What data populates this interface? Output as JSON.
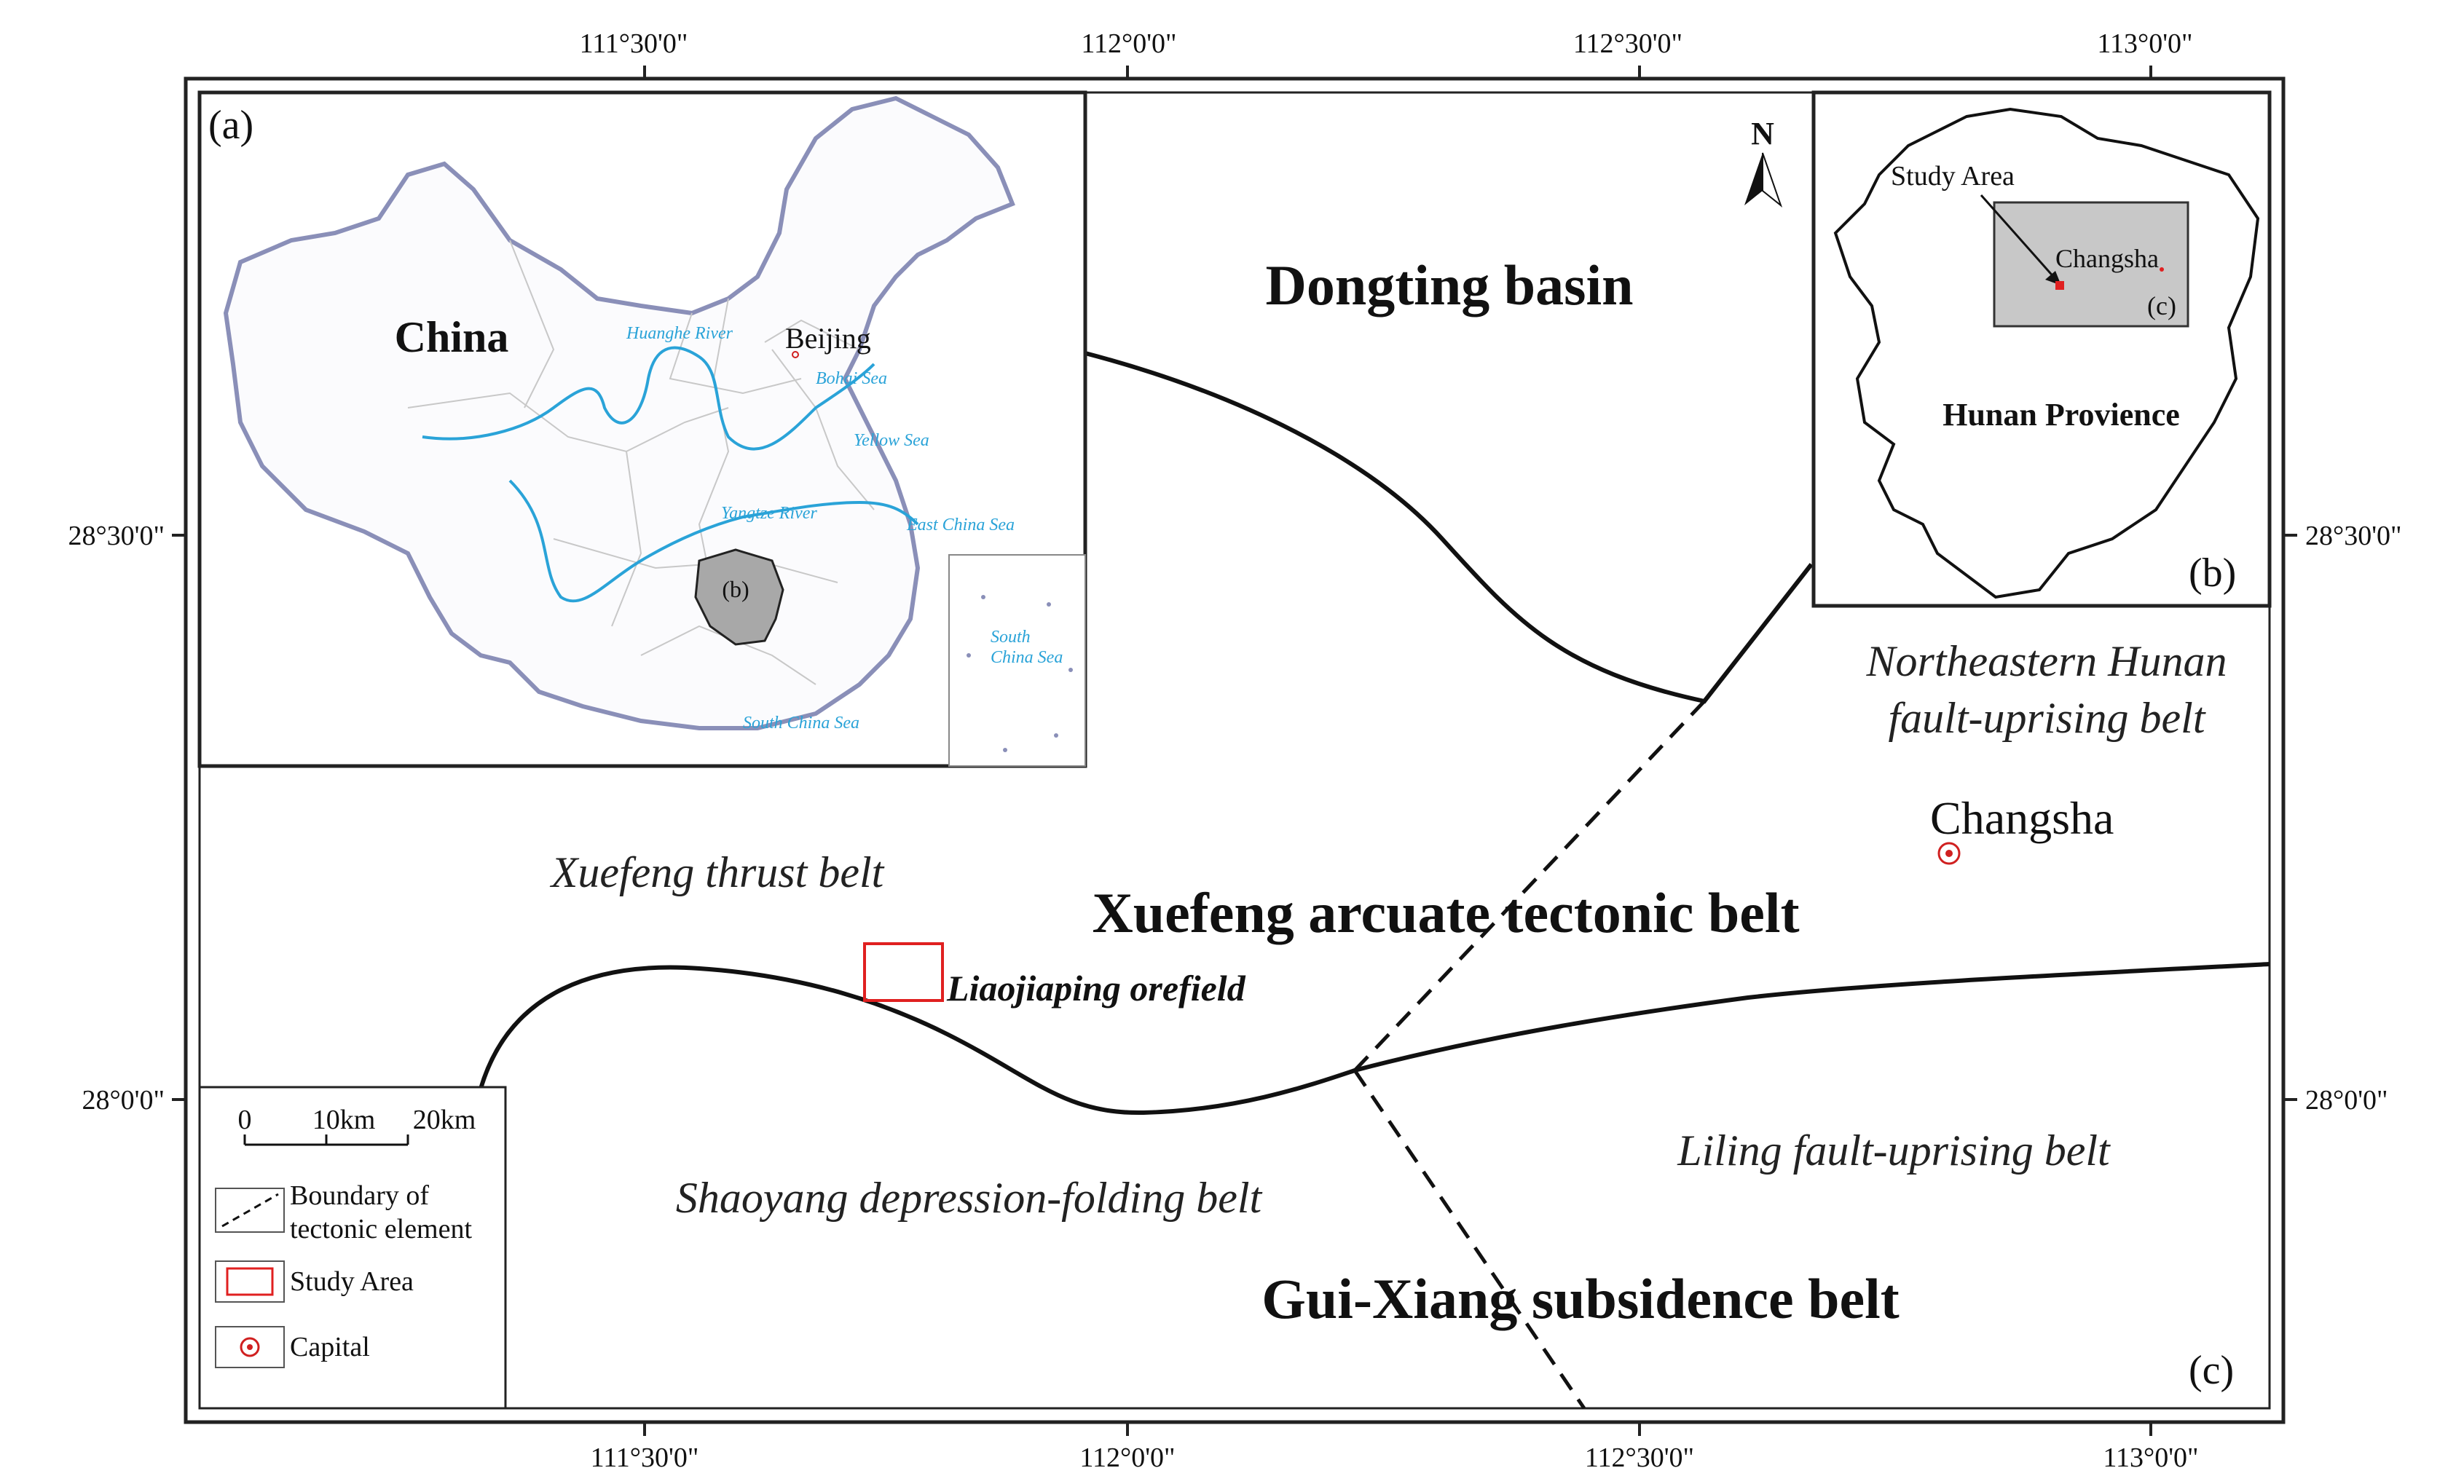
{
  "axes": {
    "top_ticks": [
      "111°30'0\"",
      "112°0'0\"",
      "112°30'0\"",
      "113°0'0\""
    ],
    "bottom_ticks": [
      "111°30'0\"",
      "112°0'0\"",
      "112°30'0\"",
      "113°0'0\""
    ],
    "left_ticks": [
      "28°30'0\"",
      "28°0'0\""
    ],
    "right_ticks": [
      "28°30'0\"",
      "28°0'0\""
    ]
  },
  "regions": {
    "dongting": "Dongting basin",
    "northeastern_line1": "Northeastern Hunan",
    "northeastern_line2": "fault-uprising belt",
    "xuefeng_thrust": "Xuefeng thrust belt",
    "xuefeng_arcuate": "Xuefeng arcuate tectonic belt",
    "shaoyang": "Shaoyang depression-folding belt",
    "liling": "Liling fault-uprising belt",
    "guixiang": "Gui-Xiang subsidence  belt"
  },
  "places": {
    "changsha": "Changsha",
    "orefield": "Liaojiaping orefield"
  },
  "panel_labels": {
    "a": "(a)",
    "b": "(b)",
    "c": "(c)"
  },
  "inset_a": {
    "country": "China",
    "capital": "Beijing",
    "hunan_marker": "(b)",
    "water_labels": {
      "huanghe": "Huanghe River",
      "bohai": "Bohai Sea",
      "yellow": "Yellow Sea",
      "yangtze": "Yangtze River",
      "east": "East China Sea",
      "south": "South China Sea",
      "south_inset_1": "South",
      "south_inset_2": "China Sea"
    }
  },
  "inset_b": {
    "study_area": "Study Area",
    "changsha": "Changsha",
    "c_marker": "(c)",
    "province": "Hunan  Provience"
  },
  "north_arrow": "N",
  "legend": {
    "scale_ticks": [
      "0",
      "10km",
      "20km"
    ],
    "boundary_line1": "Boundary of",
    "boundary_line2": "tectonic element",
    "study_area": "Study Area",
    "capital": "Capital"
  },
  "colors": {
    "frame": "#222222",
    "boundary": "#111111",
    "study_area": "#e02020",
    "water": "#2aa3d8",
    "hunan_fill": "#a8a8a8",
    "china_outline": "#8a8fb8",
    "province_lines": "#c8c8c8"
  }
}
